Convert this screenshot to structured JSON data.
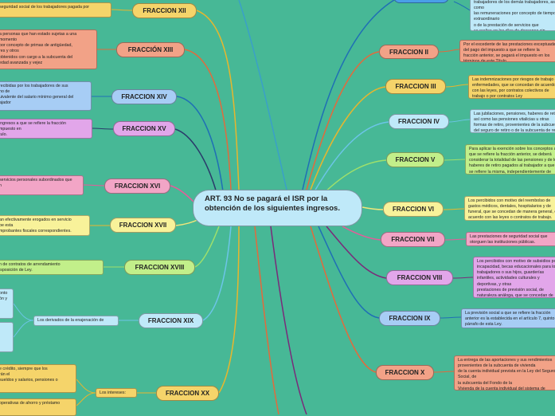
{
  "center": "ART. 93 No se pagará el ISR por la obtención de los siguientes ingresos.",
  "right": [
    {
      "label": "FRACCION II",
      "text": "Por el excedente de las prestaciones exceptuadas del pago del impuesto a que se refiere la\nfracción anterior, se pagará el impuesto en los términos de este Título."
    },
    {
      "label": "FRACCION III",
      "text": "Las indemnizaciones por riesgos de trabajo o enfermedades, que se concedan de acuerdo\ncon las leyes, por contratos colectivos de trabajo o por contratos Ley"
    },
    {
      "label": "FRACCION IV",
      "text": " Las jubilaciones, pensiones, haberes de retiro, así como las pensiones vitalicias u otras\nformas de retiro, provenientes de la subcuenta del seguro de retiro o de la subcuenta de retiro"
    },
    {
      "label": "FRACCION V",
      "text": "Para aplicar la exención sobre los conceptos a que se refiere la fracción anterior, se deberá\nconsiderar la totalidad de las pensiones y de los haberes de retiro pagados al trabajador a que\nse refiere la misma, independientemente de quien los pague."
    },
    {
      "label": "FRACCION VI",
      "text": "Los percibidos con motivo del reembolso de gastos médicos, dentales, hospitalarios y de\nfuneral, que se concedan de manera general, de acuerdo con las leyes o contratos de trabajo."
    },
    {
      "label": "FRACCION VII",
      "text": " Las prestaciones de seguridad social que otorguen las instituciones públicas."
    },
    {
      "label": "FRACCION VIII",
      "text": "Los percibidos con motivo de subsidios por incapacidad, becas educacionales para los\ntrabajadores o sus hijos, guarderías infantiles, actividades culturales y deportivas, y otras\nprestaciones de previsión social, de naturaleza análoga, que se concedan de manera general,\nde acuerdo con las leyes o por contratos de trabajo."
    },
    {
      "label": "FRACCION IX",
      "text": "La previsión social a que se refiere la fracción anterior es la establecida en el artículo 7, quinto\npárrafo de esta Ley."
    },
    {
      "label": "FRACCION X",
      "text": "La entrega de las aportaciones y sus rendimientos provenientes de la subcuenta de vivienda\nde la cuenta individual prevista en la Ley del Seguro Social, de\nla subcuenta del Fondo de la\nVivienda de la cuenta individual del sistema de ahorro para el retiro,"
    }
  ],
  "top_right_text": "trabajadores de los demás trabajadores, así como\nlas remuneraciones por concepto de tiempo extraordinario\no de la prestación de servicios que\nse realice en los días de descanso sin disfrutar de otros en\nsustitución, que no exceda el límite\nprevisto en la legislación laboral",
  "left": [
    {
      "label": "FRACCION XII",
      "text": "seguridad social de los trabajadores pagada por"
    },
    {
      "label": "FRACCIÓN XIII",
      "text": "a personas que han estado sujetas a una\nmomento\npor concepto de primas de antigüedad,\nres y otros\nobtenidos con cargo a la subcuenta del\nedad avanzada y vejez"
    },
    {
      "label": "FRACCION XIV",
      "text": "recibidas por los trabajadores de sus\nho de\nuivalente del salario mínimo general del\najador"
    },
    {
      "label": "FRACCION XV",
      "text": "ingresos a que se refiere la fracción\nmpuesto en\ntulo."
    },
    {
      "label": "FRACCION XVI",
      "text": "servicios personales subordinados que\nn"
    },
    {
      "label": "FRACCION XVII",
      "text": "an efectivamente erogados en servicio\nbe esta\nmprobantes fiscales correspondientes."
    },
    {
      "label": "FRACCION XVIII",
      "text": "n de contratos de arrendamiento\nisposición de Ley."
    },
    {
      "label": "FRACCION XIX",
      "text": "Los derivados de la enajenación de"
    },
    {
      "label": "FRACCION XX",
      "text": "Los intereses:"
    }
  ],
  "xix_leaves": [
    "onto\nón y\n",
    ""
  ],
  "xx_leaves": [
    "e crédito, siempre que los\nrán el\nsueldos y salarios, pensiones o",
    "operativas de ahorro y préstamo"
  ]
}
